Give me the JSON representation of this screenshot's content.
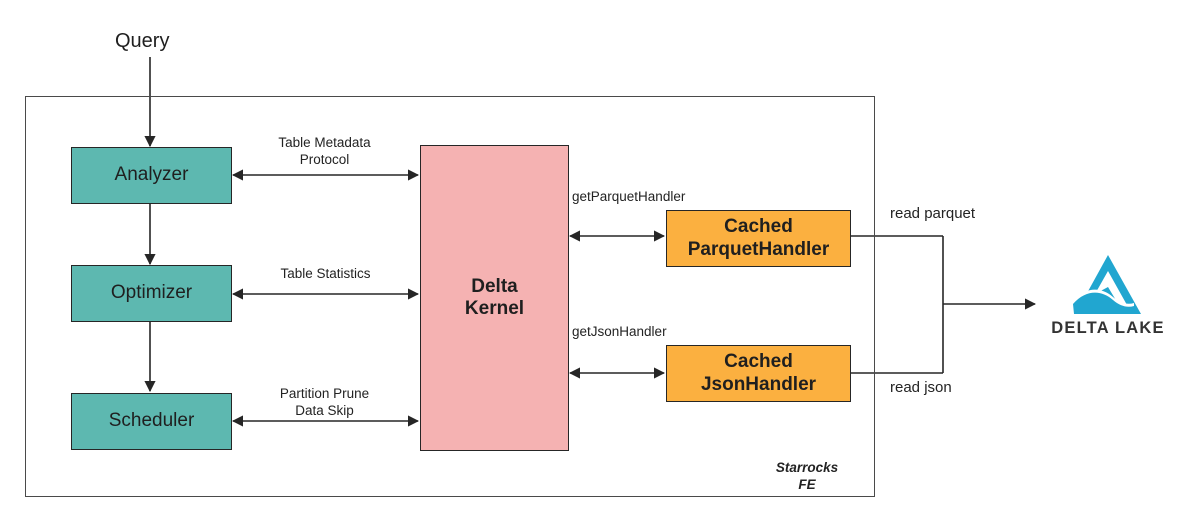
{
  "diagram": {
    "title_label": "Query",
    "container_caption": "Starrocks\nFE",
    "nodes": {
      "analyzer": "Analyzer",
      "optimizer": "Optimizer",
      "scheduler": "Scheduler",
      "delta_kernel": "Delta\nKernel",
      "cached_parquet_handler": "Cached\nParquetHandler",
      "cached_json_handler": "Cached\nJsonHandler"
    },
    "edge_labels": {
      "table_metadata_protocol": "Table Metadata\nProtocol",
      "table_statistics": "Table Statistics",
      "partition_prune_data_skip": "Partition Prune\nData Skip",
      "get_parquet_handler": "getParquetHandler",
      "get_json_handler": "getJsonHandler",
      "read_parquet": "read parquet",
      "read_json": "read json"
    },
    "logo": {
      "name": "DELTA LAKE",
      "color": "#21A6D0"
    },
    "colors": {
      "teal": "#5db8b0",
      "pink": "#f5b2b2",
      "orange": "#fbb040",
      "stroke": "#262626",
      "container_stroke": "#4a4a4a"
    }
  }
}
